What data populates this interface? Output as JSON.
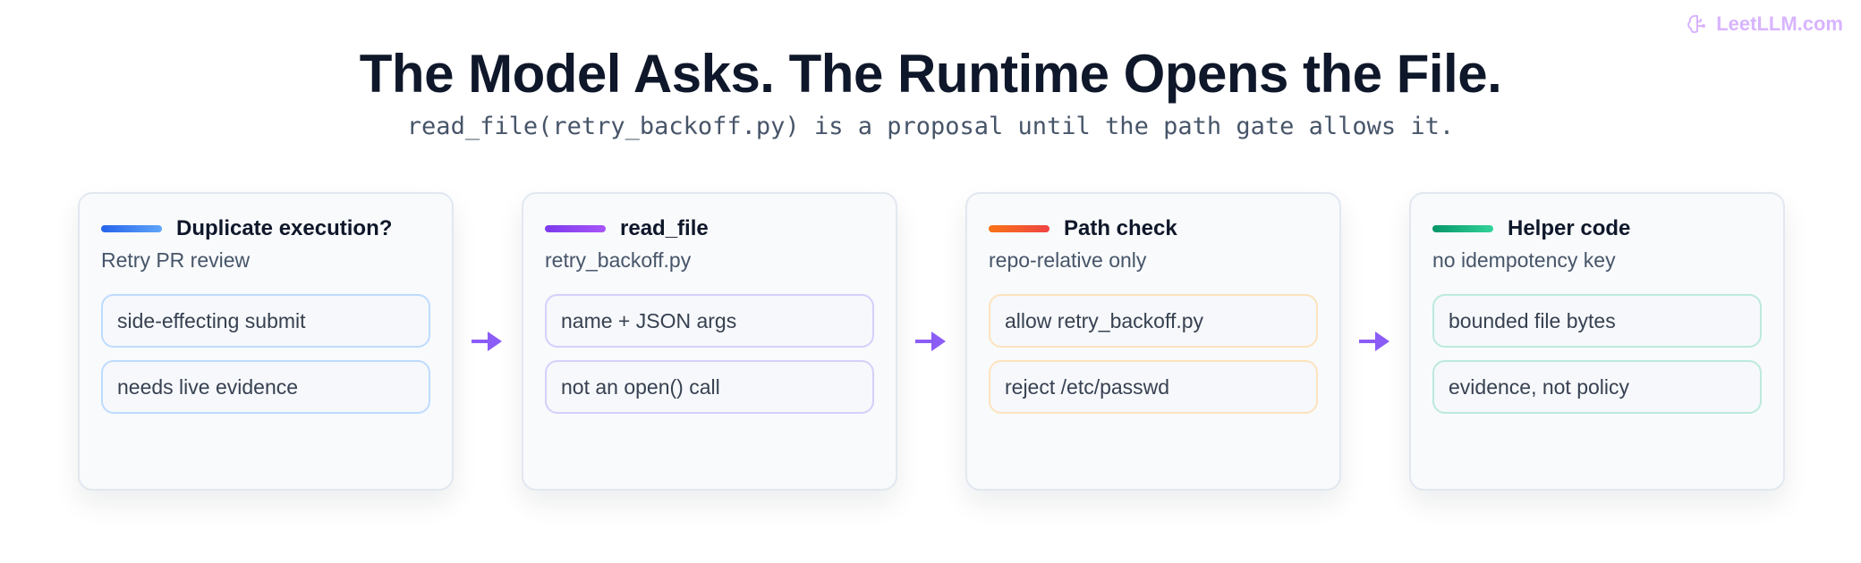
{
  "brand": {
    "name": "LeetLLM.com"
  },
  "header": {
    "title": "The Model Asks. The Runtime Opens the File.",
    "subtitle": "read_file(retry_backoff.py) is a proposal until the path gate allows it."
  },
  "cards": [
    {
      "title": "Duplicate execution?",
      "subtitle": "Retry PR review",
      "items": [
        "side-effecting submit",
        "needs live evidence"
      ],
      "accent": [
        "#2563eb",
        "#60a5fa"
      ],
      "chip_border": "#bfdbfe"
    },
    {
      "title": "read_file",
      "subtitle": "retry_backoff.py",
      "items": [
        "name + JSON args",
        "not an open() call"
      ],
      "accent": [
        "#7c3aed",
        "#a855f7"
      ],
      "chip_border": "#d4d0fb"
    },
    {
      "title": "Path check",
      "subtitle": "repo-relative only",
      "items": [
        "allow retry_backoff.py",
        "reject /etc/passwd"
      ],
      "accent": [
        "#f97316",
        "#ef4444"
      ],
      "chip_border": "#fde3bd"
    },
    {
      "title": "Helper code",
      "subtitle": "no idempotency key",
      "items": [
        "bounded file bytes",
        "evidence, not policy"
      ],
      "accent": [
        "#059669",
        "#34d399"
      ],
      "chip_border": "#bde9dc"
    }
  ],
  "colors": {
    "arrow": "#8b5cf6",
    "brand": "#d8b4fe",
    "title": "#0f172a"
  }
}
